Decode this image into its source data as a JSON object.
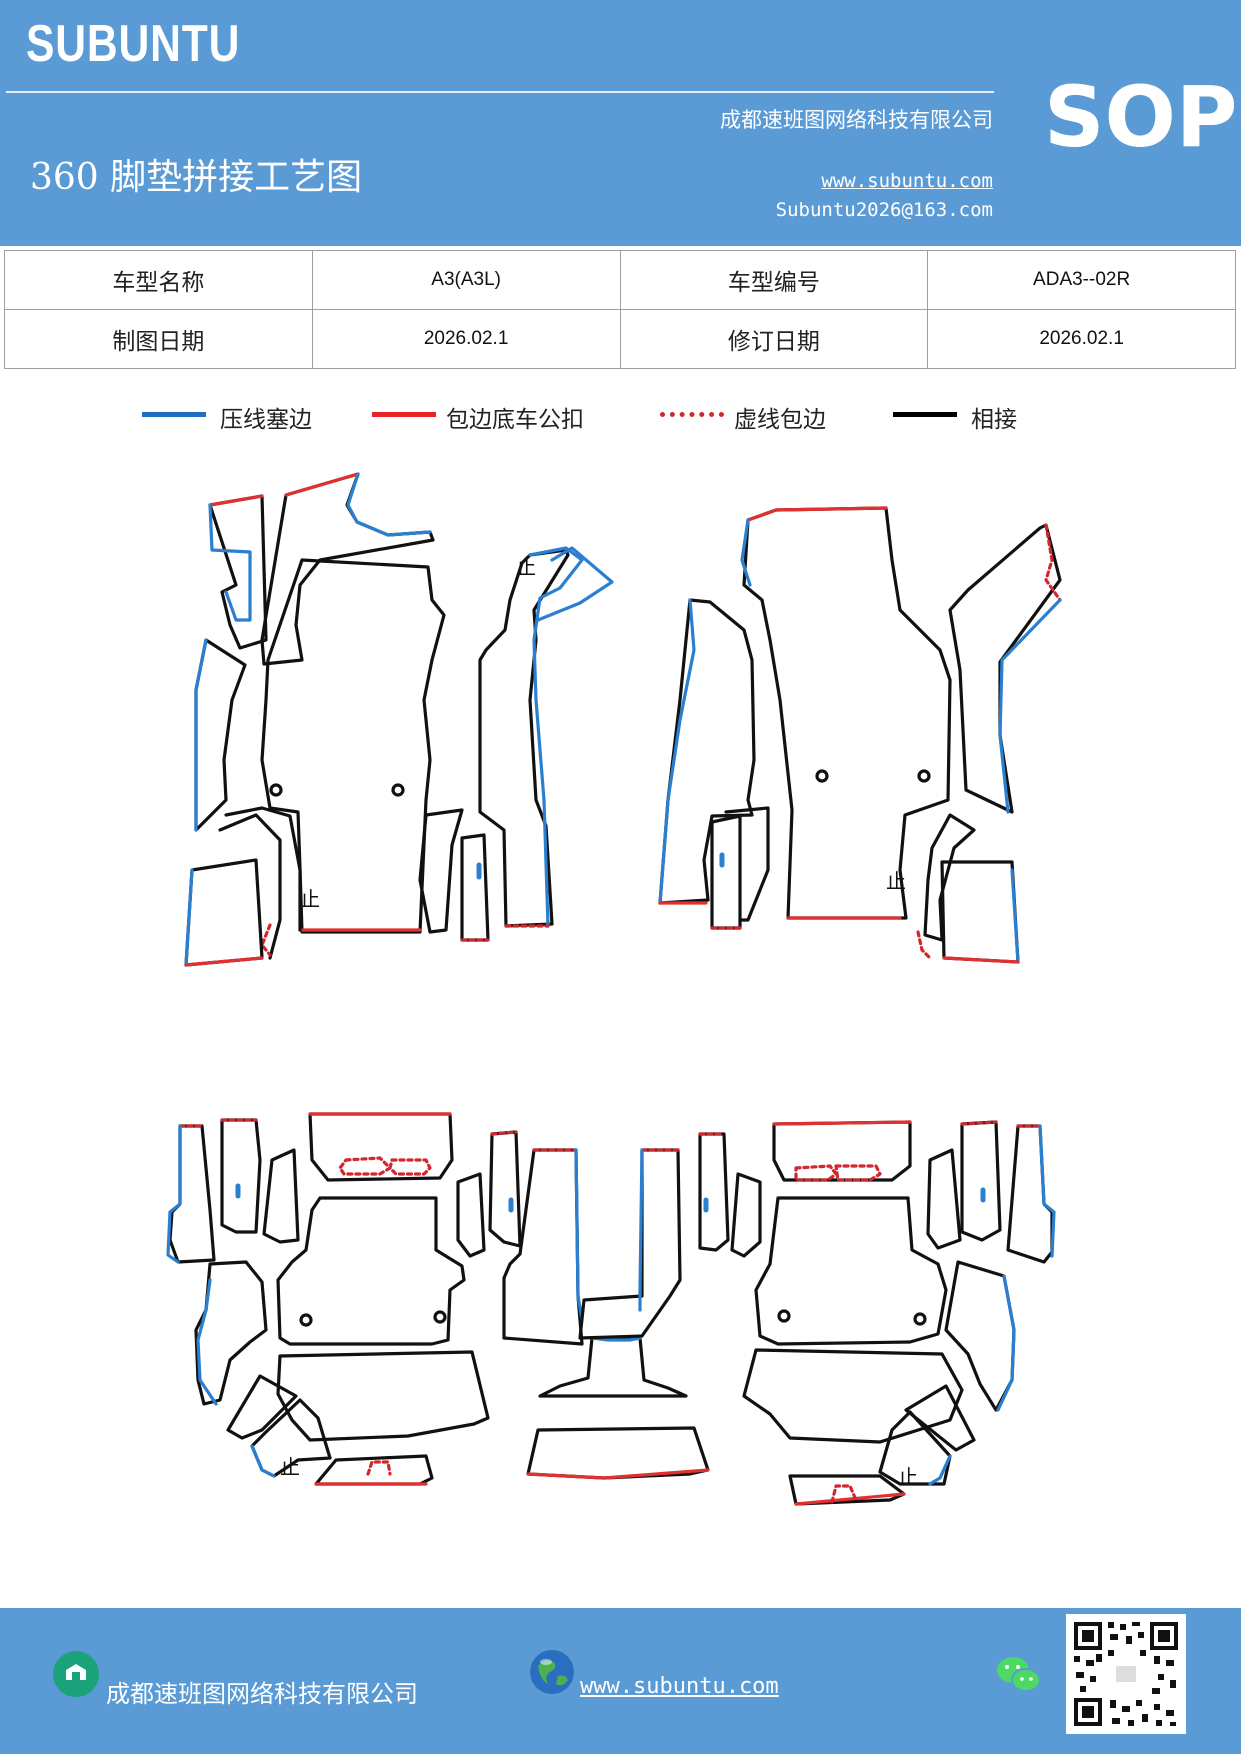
{
  "header": {
    "brand": "SUBUNTU",
    "company": "成都速班图网络科技有限公司",
    "sop": "SOP",
    "title": "360 脚垫拼接工艺图",
    "website": "www.subuntu.com",
    "email": "Subuntu2026@163.com"
  },
  "info_table": {
    "rows": [
      {
        "label1": "车型名称",
        "value1": "A3(A3L)",
        "label2": "车型编号",
        "value2": "ADA3--02R"
      },
      {
        "label1": "制图日期",
        "value1": "2026.02.1",
        "label2": "修订日期",
        "value2": "2026.02.1"
      }
    ]
  },
  "legend": {
    "items": [
      {
        "label": "压线塞边",
        "color": "#1f6fc0",
        "style": "solid"
      },
      {
        "label": "包边底车公扣",
        "color": "#e8232a",
        "style": "solid"
      },
      {
        "label": "虚线包边",
        "color": "#d0282e",
        "style": "dotted"
      },
      {
        "label": "相接",
        "color": "#000000",
        "style": "solid"
      }
    ]
  },
  "drawing": {
    "marker_text": "止",
    "colors": {
      "pressed": "#2a7fd0",
      "wrap": "#e03030",
      "dashed": "#d0282e",
      "joint": "#111111"
    }
  },
  "footer": {
    "company": "成都速班图网络科技有限公司",
    "website": "www.subuntu.com",
    "icons": [
      "company-badge-icon",
      "globe-icon",
      "wechat-icon",
      "qr-code"
    ]
  }
}
